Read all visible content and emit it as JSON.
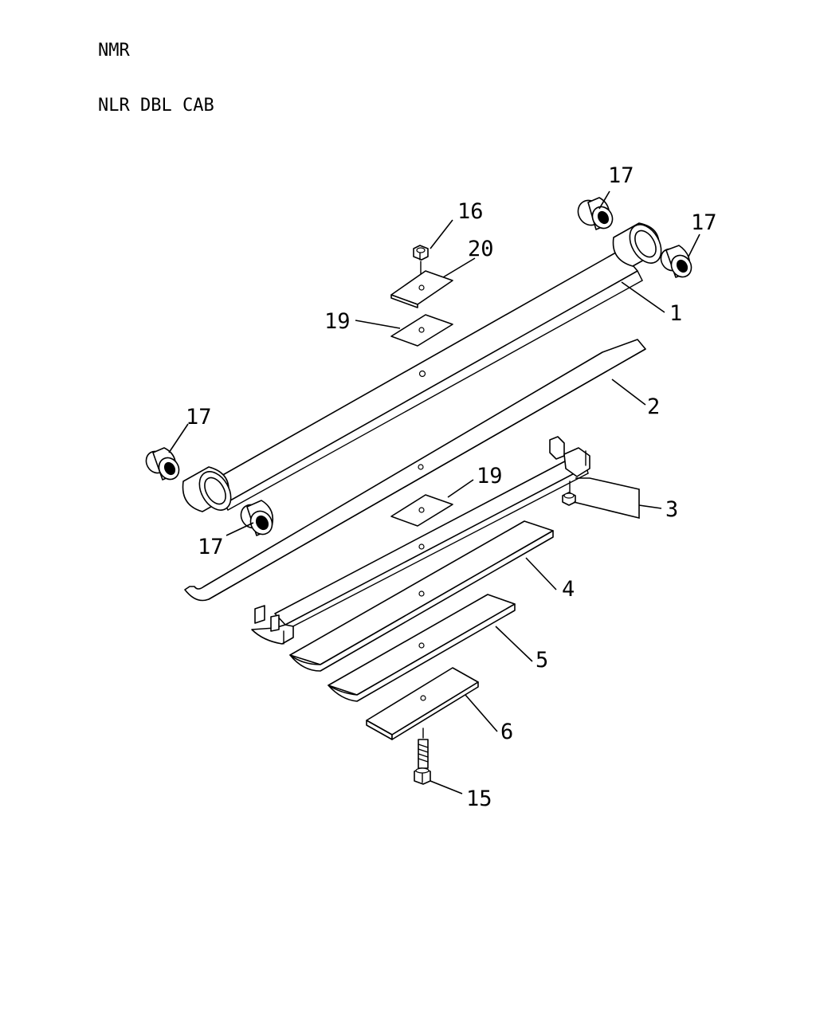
{
  "header": {
    "line1": "NMR",
    "line2": "NLR DBL CAB"
  },
  "callouts": {
    "c17_top": "17",
    "c17_right": "17",
    "c17_left": "17",
    "c17_bottom": "17",
    "c16": "16",
    "c20": "20",
    "c19_top": "19",
    "c19_mid": "19",
    "c1": "1",
    "c2": "2",
    "c3": "3",
    "c4": "4",
    "c5": "5",
    "c6": "6",
    "c15": "15"
  }
}
